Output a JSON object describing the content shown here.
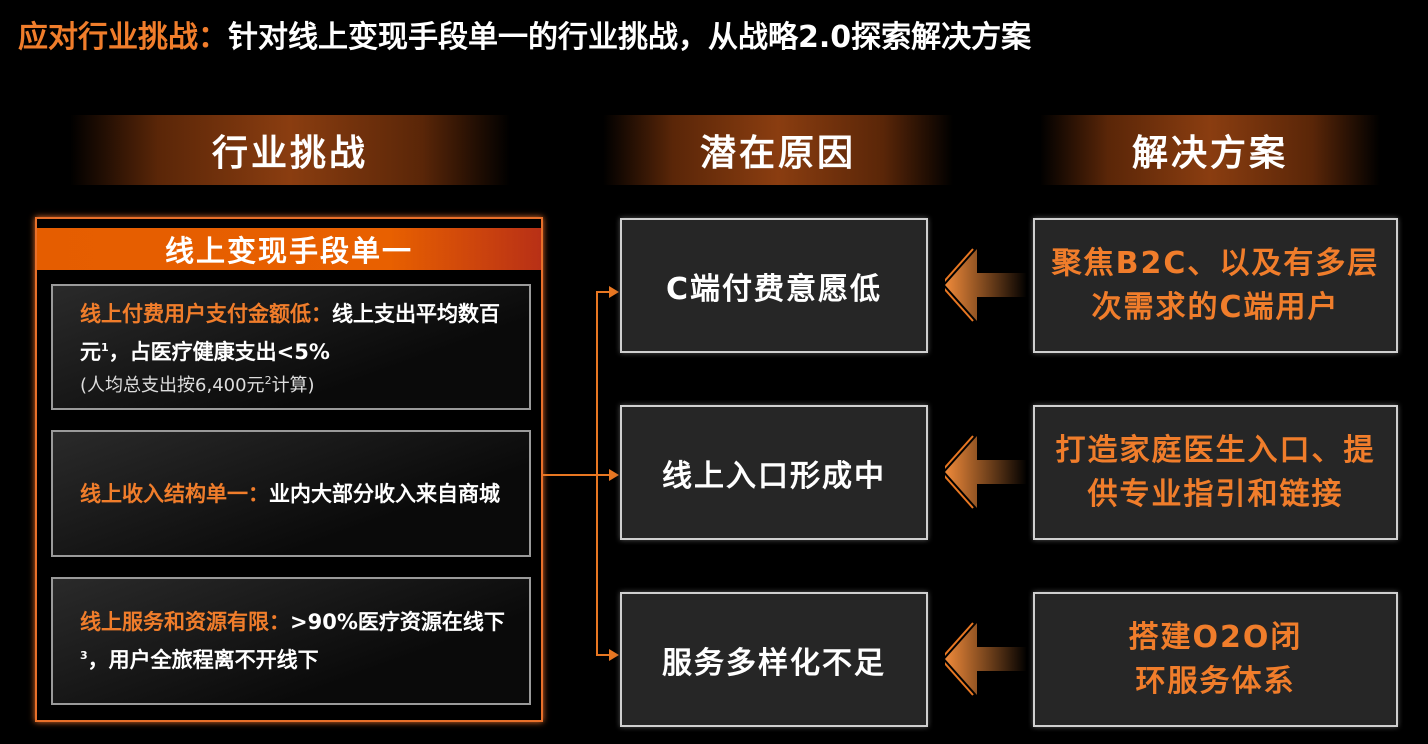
{
  "title": {
    "highlight": "应对行业挑战：",
    "rest": "针对线上变现手段单一的行业挑战，从战略2.0探索解决方案"
  },
  "headers": {
    "challenge": "行业挑战",
    "cause": "潜在原因",
    "solution": "解决方案"
  },
  "challenge": {
    "title": "线上变现手段单一",
    "items": [
      {
        "lead": "线上付费用户支付金额低：",
        "text1": "线上支出平均数百元",
        "sup1": "1",
        "text2": "，占医疗健康支出<5%",
        "note1": "(人均总支出按6,400元",
        "sup2": "2",
        "note2": "计算)"
      },
      {
        "lead": "线上收入结构单一：",
        "text1": "业内大部分收入来自商城"
      },
      {
        "lead": "线上服务和资源有限：",
        "text1": ">90%医疗资源在线下",
        "sup1": "3",
        "text2": "，用户全旅程离不开线下"
      }
    ]
  },
  "causes": [
    "C端付费意愿低",
    "线上入口形成中",
    "服务多样化不足"
  ],
  "solutions": [
    "聚焦B2C、以及有多层次需求的C端用户",
    "打造家庭医生入口、提供专业指引和链接",
    "搭建O2O闭环服务体系"
  ],
  "colors": {
    "accent": "#f07d2b",
    "bar": "#e55d00"
  }
}
